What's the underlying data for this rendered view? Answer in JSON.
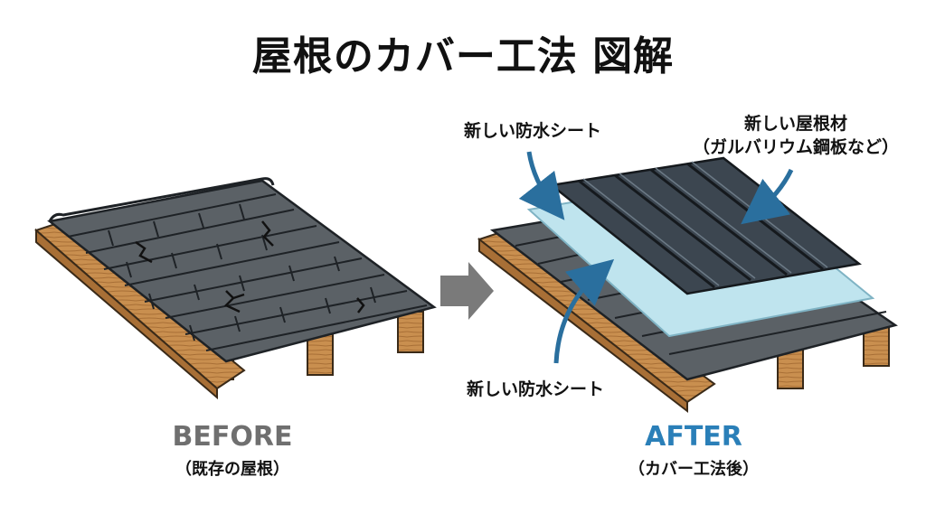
{
  "title": "屋根のカバー工法 図解",
  "before": {
    "label": "BEFORE",
    "sub": "（既存の屋根）"
  },
  "after": {
    "label": "AFTER",
    "sub": "（カバー工法後）"
  },
  "callouts": {
    "top_left": "新しい防水シート",
    "top_right_1": "新しい屋根材",
    "top_right_2": "（ガルバリウム鋼板など）",
    "bottom": "新しい防水シート"
  },
  "colors": {
    "before_label": "#6f6f6f",
    "after_label": "#2a7fb8",
    "arrow": "#2a6f9e",
    "membrane": "#bfe4ee",
    "metal": "#3c4650",
    "shingle": "#5b6166",
    "wood": "#c98f4f"
  }
}
